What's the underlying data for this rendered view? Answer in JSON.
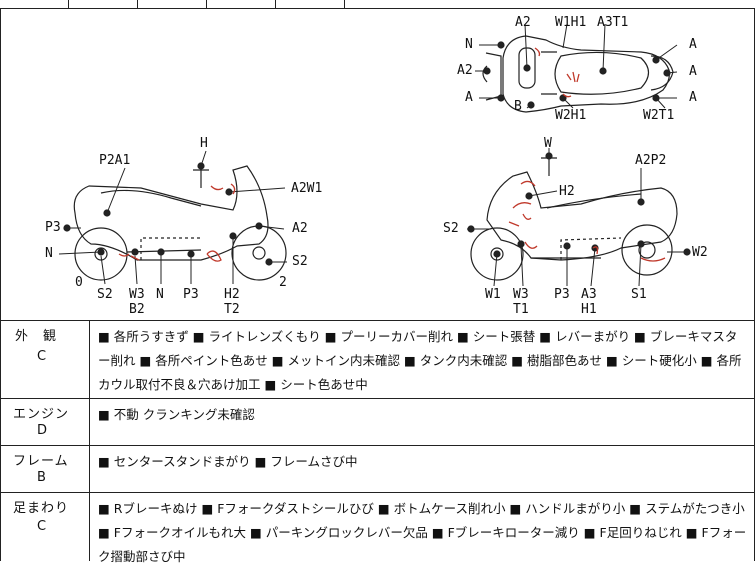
{
  "diagram": {
    "top_view": {
      "labels": [
        "A2",
        "W1H1",
        "A3T1",
        "N",
        "A2",
        "A",
        "B",
        "W2H1",
        "W2T1",
        "A",
        "A",
        "A"
      ]
    },
    "left_side": {
      "labels": [
        "H",
        "P2A1",
        "A2W1",
        "P3",
        "A2",
        "N",
        "S2",
        "0",
        "S2",
        "W3",
        "B2",
        "N",
        "P3",
        "H2",
        "T2",
        "2"
      ]
    },
    "right_side": {
      "labels": [
        "W",
        "A2P2",
        "H2",
        "S2",
        "W2",
        "W1",
        "W3",
        "T1",
        "P3",
        "A3",
        "H1",
        "S1"
      ]
    }
  },
  "rows": [
    {
      "title": "外　観",
      "grade": "C",
      "text": "■ 各所うすきず ■ ライトレンズくもり ■ プーリーカバー削れ ■ シート張替 ■ レバーまがり ■ ブレーキマスター削れ ■ 各所ペイント色あせ ■ メットイン内未確認 ■ タンク内未確認 ■ 樹脂部色あせ ■ シート硬化小 ■ 各所カウル取付不良＆穴あけ加工 ■ シート色あせ中"
    },
    {
      "title": "エンジン",
      "grade": "D",
      "text": "■ 不動 クランキング未確認"
    },
    {
      "title": "フレーム",
      "grade": "B",
      "text": "■ センタースタンドまがり ■ フレームさび中"
    },
    {
      "title": "足まわり",
      "grade": "C",
      "text": "■ Rブレーキぬけ ■ Fフォークダストシールひび ■ ボトムケース削れ小 ■ ハンドルまがり小 ■ ステムがたつき小 ■ Fフォークオイルもれ大 ■ パーキングロックレバー欠品 ■ Fブレーキローター減り ■ F足回りねじれ ■ Fフォーク摺動部さび中"
    }
  ],
  "colors": {
    "line": "#222222",
    "damage_mark": "#c0392b"
  }
}
